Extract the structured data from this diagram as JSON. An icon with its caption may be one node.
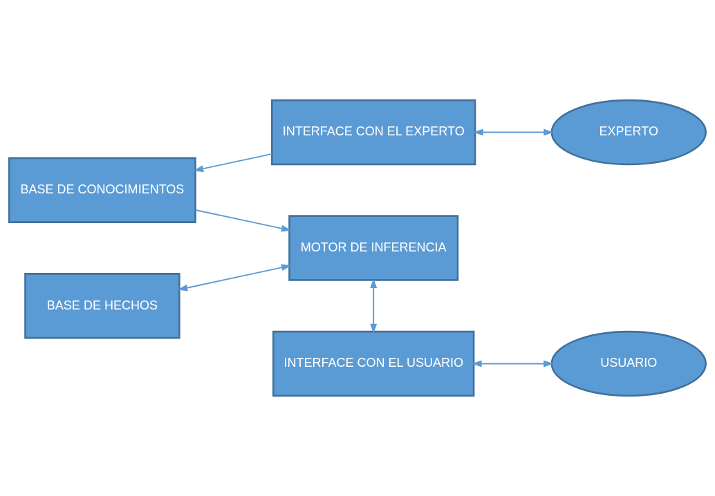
{
  "diagram": {
    "nodes": [
      {
        "text": [
          "INTERFACE CON EL EXPERTO"
        ]
      },
      {
        "text": [
          "EXPERTO"
        ]
      },
      {
        "text": [
          "BASE DE CONOCIMIENTOS"
        ]
      },
      {
        "text": [
          "MOTOR DE INFERENCIA"
        ]
      },
      {
        "text": [
          "BASE DE HECHOS"
        ]
      },
      {
        "text": [
          "INTERFACE CON EL USUARIO"
        ]
      },
      {
        "text": [
          "USUARIO"
        ]
      }
    ],
    "edges": [
      {
        "from": 0,
        "to": 1,
        "arrow": "both"
      },
      {
        "from": 0,
        "to": 2,
        "arrow": "to"
      },
      {
        "from": 2,
        "to": 3,
        "arrow": "to"
      },
      {
        "from": 4,
        "to": 3,
        "arrow": "both"
      },
      {
        "from": 3,
        "to": 5,
        "arrow": "both"
      },
      {
        "from": 5,
        "to": 6,
        "arrow": "both"
      }
    ]
  }
}
